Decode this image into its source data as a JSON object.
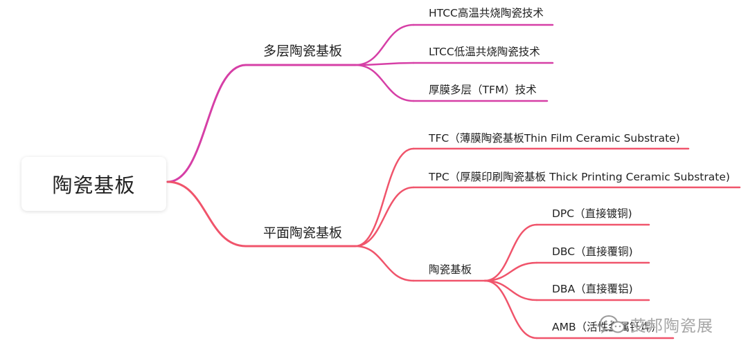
{
  "root": {
    "label": "陶瓷基板"
  },
  "branches": [
    {
      "label": "多层陶瓷基板",
      "color": "#d63fa6",
      "children": [
        {
          "label": "HTCC高温共烧陶瓷技术"
        },
        {
          "label": "LTCC低温共烧陶瓷技术"
        },
        {
          "label": "厚膜多层（TFM）技术"
        }
      ]
    },
    {
      "label": "平面陶瓷基板",
      "color": "#f0546b",
      "children": [
        {
          "label": "TFC（薄膜陶瓷基板Thin Film Ceramic Substrate)"
        },
        {
          "label": "TPC（厚膜印刷陶瓷基板 Thick Printing Ceramic Substrate)"
        },
        {
          "label": "陶瓷基板",
          "children": [
            {
              "label": "DPC（直接镀铜)"
            },
            {
              "label": "DBC（直接覆铜)"
            },
            {
              "label": "DBA（直接覆铝)"
            },
            {
              "label": "AMB（活性金属钎焊)"
            }
          ]
        }
      ]
    }
  ],
  "watermark": {
    "text": "艾邦陶瓷展",
    "icon": "wechat-icon"
  }
}
